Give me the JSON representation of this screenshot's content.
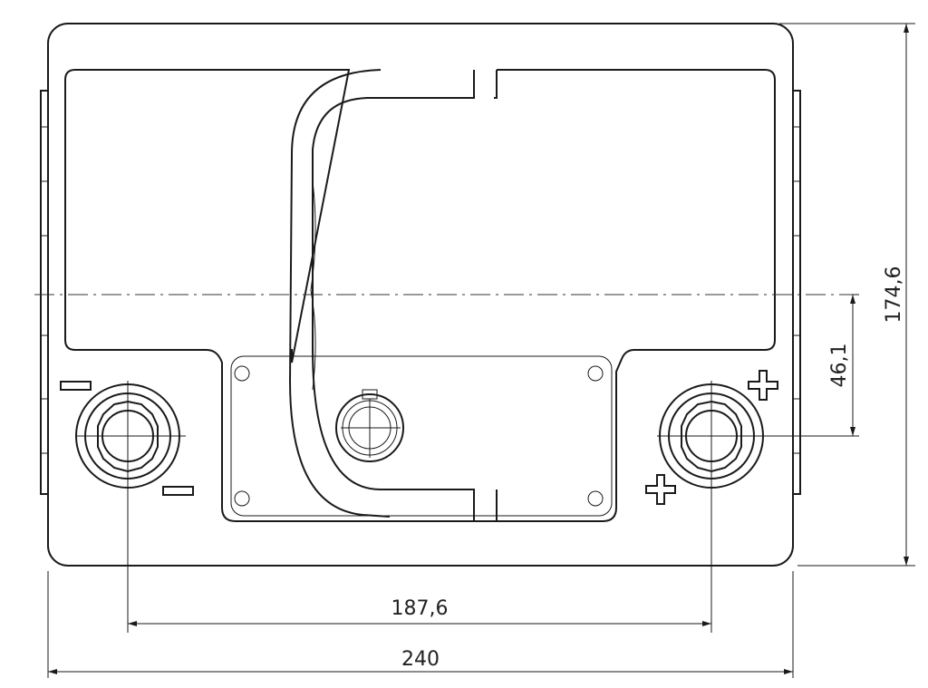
{
  "drawing": {
    "dimensions": {
      "overall_width": "240",
      "terminal_spacing": "187,6",
      "overall_height": "174,6",
      "terminal_offset": "46,1"
    },
    "polarity": {
      "negative": "−",
      "positive": "+"
    }
  }
}
